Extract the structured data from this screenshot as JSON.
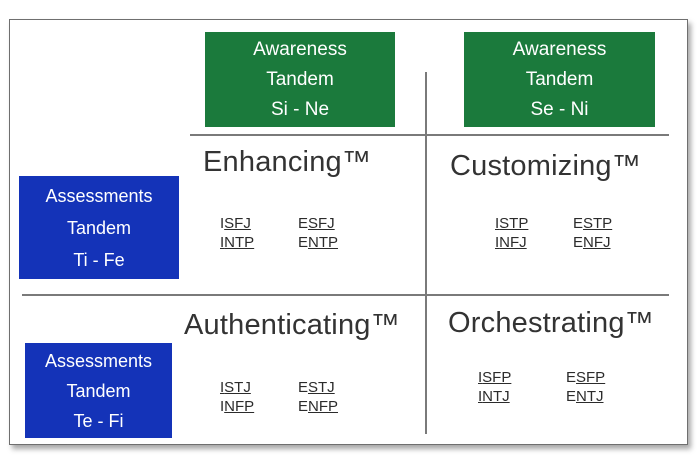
{
  "top_boxes": [
    {
      "lines": [
        "Awareness",
        "Tandem",
        "Si - Ne"
      ]
    },
    {
      "lines": [
        "Awareness",
        "Tandem",
        "Se - Ni"
      ]
    }
  ],
  "side_boxes": [
    {
      "lines": [
        "Assessments",
        "Tandem",
        "Ti - Fe"
      ]
    },
    {
      "lines": [
        "Assessments",
        "Tandem",
        "Te - Fi"
      ]
    }
  ],
  "quadrants": [
    {
      "title": "Enhancing™",
      "types": [
        {
          "first": "I",
          "rest": "SFJ"
        },
        {
          "first": "E",
          "rest": "SFJ"
        },
        {
          "first": "I",
          "rest": "NTP"
        },
        {
          "first": "E",
          "rest": "NTP"
        }
      ]
    },
    {
      "title": "Customizing™",
      "types": [
        {
          "first": "I",
          "rest": "STP"
        },
        {
          "first": "E",
          "rest": "STP"
        },
        {
          "first": "I",
          "rest": "NFJ"
        },
        {
          "first": "E",
          "rest": "NFJ"
        }
      ]
    },
    {
      "title": "Authenticating™",
      "types": [
        {
          "first": "I",
          "rest": "STJ"
        },
        {
          "first": "E",
          "rest": "STJ"
        },
        {
          "first": "I",
          "rest": "NFP"
        },
        {
          "first": "E",
          "rest": "NFP"
        }
      ]
    },
    {
      "title": "Orchestrating™",
      "types": [
        {
          "first": "I",
          "rest": "SFP"
        },
        {
          "first": "E",
          "rest": "SFP"
        },
        {
          "first": "I",
          "rest": "NTJ"
        },
        {
          "first": "E",
          "rest": "NTJ"
        }
      ]
    }
  ],
  "colors": {
    "green": "#1b7a3c",
    "blue": "#1433b8",
    "line": "#7a7a7a"
  }
}
